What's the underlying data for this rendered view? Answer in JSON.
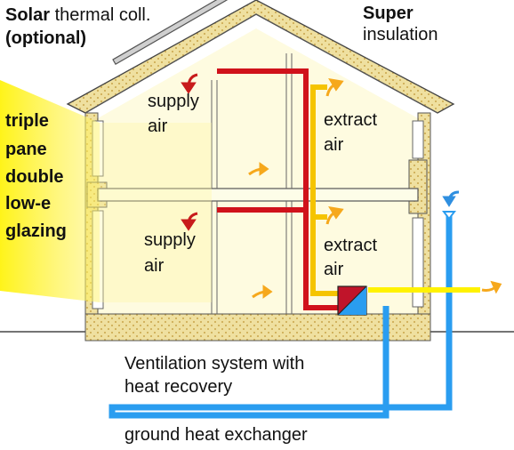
{
  "labels": {
    "solar_bold": "Solar",
    "solar_rest": " thermal coll.",
    "solar_optional": "(optional)",
    "super": "Super",
    "insulation": "insulation",
    "glazing": [
      "triple",
      "pane",
      "double",
      "low-e",
      "glazing"
    ],
    "supply_upper": [
      "supply",
      "air"
    ],
    "supply_lower": [
      "supply",
      "air"
    ],
    "extract_upper": [
      "extract",
      "air"
    ],
    "extract_lower": [
      "extract",
      "air"
    ],
    "ventilation": [
      "Ventilation system with",
      "heat recovery"
    ],
    "ground": "ground heat exchanger"
  },
  "colors": {
    "insulation_fill": "#efe0a0",
    "insulation_dots": "#c9a54a",
    "interior": "#fefbe0",
    "sun": "#fff200",
    "supply_duct": "#d0121b",
    "extract_duct": "#f5c400",
    "ground_duct": "#2a9df0",
    "arrow_orange": "#f6a81c",
    "arrow_blue": "#2f8fe0"
  }
}
